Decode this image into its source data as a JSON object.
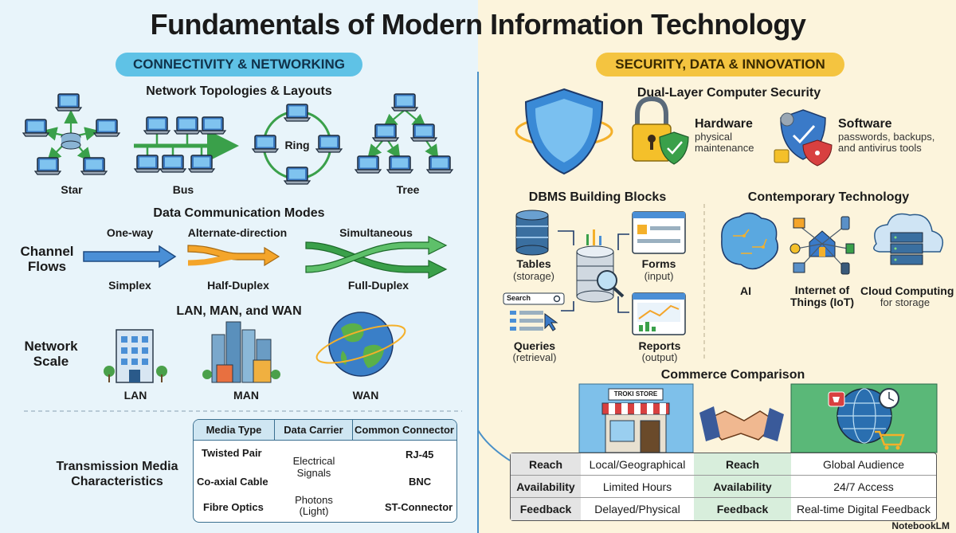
{
  "title": "Fundamentals of Modern Information Technology",
  "left": {
    "pill": "CONNECTIVITY & NETWORKING",
    "topologies": {
      "heading": "Network Topologies & Layouts",
      "star": "Star",
      "bus": "Bus",
      "ring": "Ring",
      "tree": "Tree"
    },
    "comm": {
      "heading": "Data Communication Modes",
      "side_label": "Channel\nFlows",
      "oneway": "One-way",
      "alternate": "Alternate-direction",
      "simultaneous": "Simultaneous",
      "simplex": "Simplex",
      "half": "Half-Duplex",
      "full": "Full-Duplex"
    },
    "scale": {
      "heading": "LAN, MAN, and WAN",
      "side_label": "Network\nScale",
      "lan": "LAN",
      "man": "MAN",
      "wan": "WAN"
    },
    "media": {
      "side_label": "Transmission Media\nCharacteristics",
      "headers": [
        "Media Type",
        "Data Carrier",
        "Common Connector"
      ],
      "twisted": "Twisted Pair",
      "coax": "Co-axial Cable",
      "fibre": "Fibre Optics",
      "electrical": "Electrical\nSignals",
      "photons": "Photons\n(Light)",
      "rj45": "RJ-45",
      "bnc": "BNC",
      "st": "ST-Connector"
    }
  },
  "right": {
    "pill": "SECURITY, DATA & INNOVATION",
    "security": {
      "heading": "Dual-Layer Computer Security",
      "hw_title": "Hardware",
      "hw_desc": "physical\nmaintenance",
      "sw_title": "Software",
      "sw_desc": "passwords, backups,\nand antivirus tools"
    },
    "dbms": {
      "heading": "DBMS Building Blocks",
      "tables": "Tables",
      "tables_sub": "(storage)",
      "forms": "Forms",
      "forms_sub": "(input)",
      "queries": "Queries",
      "queries_sub": "(retrieval)",
      "reports": "Reports",
      "reports_sub": "(output)",
      "search": "Search"
    },
    "tech": {
      "heading": "Contemporary Technology",
      "ai": "AI",
      "iot": "Internet of\nThings (IoT)",
      "cloud": "Cloud Computing",
      "cloud_sub": "for storage"
    },
    "commerce": {
      "heading": "Commerce Comparison",
      "store_sign": "TROKI STORE",
      "rows": [
        {
          "k1": "Reach",
          "v1": "Local/Geographical",
          "k2": "Reach",
          "v2": "Global Audience"
        },
        {
          "k1": "Availability",
          "v1": "Limited Hours",
          "k2": "Availability",
          "v2": "24/7 Access"
        },
        {
          "k1": "Feedback",
          "v1": "Delayed/Physical",
          "k2": "Feedback",
          "v2": "Real-time Digital Feedback"
        }
      ]
    }
  },
  "footer": "NotebookLM"
}
